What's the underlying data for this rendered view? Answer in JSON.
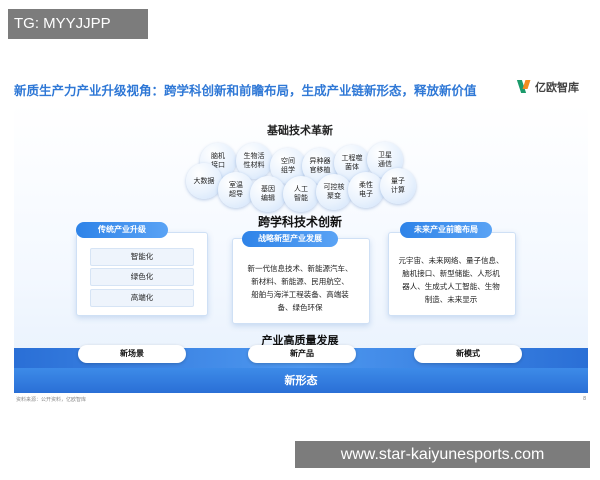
{
  "tag": "TG: MYYJJPP",
  "title": "新质生产力产业升级视角：跨学科创新和前瞻布局，生成产业链新形态，释放新价值",
  "logo": "亿欧智库",
  "foundation": {
    "title": "基础技术革新",
    "bubbles": [
      "脑机\n接口",
      "生物活\n性材料",
      "空间\n组学",
      "异种器\n官移植",
      "工程噬\n菌体",
      "卫星\n通信",
      "大数据",
      "室温\n超导",
      "基因\n编辑",
      "人工\n智能",
      "可控核\n聚变",
      "柔性\n电子",
      "量子\n计算"
    ]
  },
  "cross": "跨学科技术创新",
  "traditional": {
    "label": "传统产业升级",
    "items": [
      "智能化",
      "绿色化",
      "高端化"
    ]
  },
  "strategic": {
    "label": "战略新型产业发展",
    "text": [
      "新一代信息技术、新能源汽车、",
      "新材料、新能源、民用航空、",
      "船舶与海洋工程装备、高端装",
      "备、绿色环保"
    ]
  },
  "future": {
    "label": "未来产业前瞻布局",
    "text": [
      "元宇宙、未来网络、量子信息、",
      "脑机接口、新型储能、人形机",
      "器人、生成式人工智能、生物",
      "制造、未来显示"
    ]
  },
  "hq": "产业高质量发展",
  "outcomes": [
    "新场景",
    "新产品",
    "新模式"
  ],
  "new_form": "新形态",
  "source": "资料来源：公开资料，亿欧智库",
  "page": "8",
  "watermark": "www.star-kaiyunesports.com"
}
